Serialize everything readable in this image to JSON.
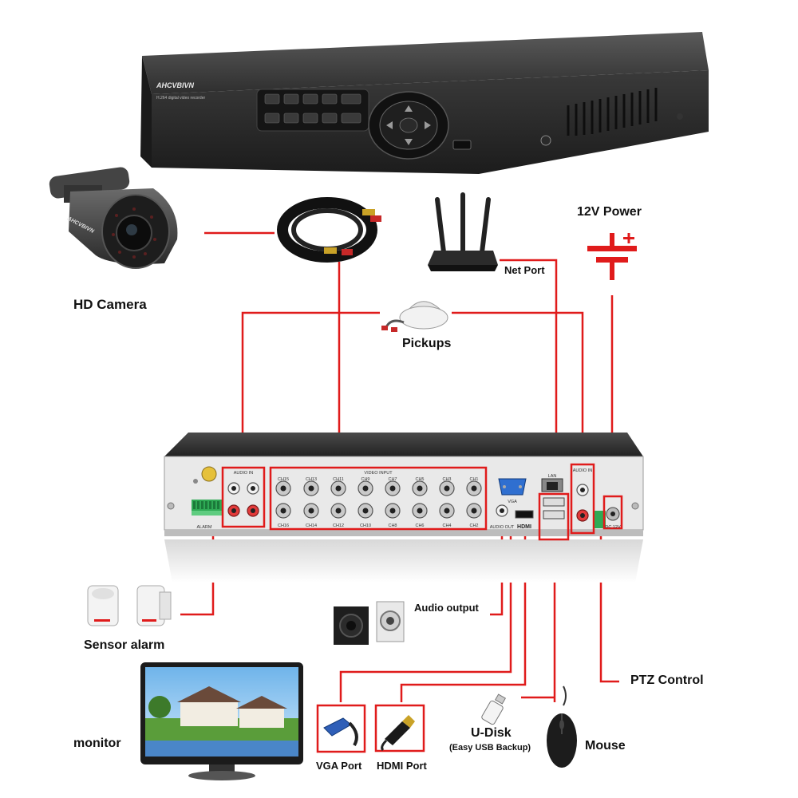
{
  "brand": "AHCVBIVN",
  "front_subtitle": "H.264 digital video recorder",
  "labels": {
    "power": "12V Power",
    "net_port": "Net Port",
    "hd_camera": "HD Camera",
    "pickups": "Pickups",
    "audio_output": "Audio output",
    "sensor_alarm": "Sensor alarm",
    "ptz_control": "PTZ Control",
    "monitor": "monitor",
    "u_disk": "U-Disk",
    "u_disk_sub": "(Easy USB Backup)",
    "mouse": "Mouse",
    "vga_port": "VGA Port",
    "hdmi_port": "HDMI Port"
  },
  "panel": {
    "audio_in_left": "AUDIO IN",
    "video_input": "VIDEO INPUT",
    "audio_in_right": "AUDIO IN",
    "alarm": "ALARM",
    "vga": "VGA",
    "lan": "LAN",
    "audio_out": "AUDIO OUT",
    "hdmi": "HDMI",
    "dc12v": "DC 12V",
    "channels_top": [
      "CH15",
      "CH13",
      "CH11",
      "CH9",
      "CH7",
      "CH5",
      "CH3",
      "CH1"
    ],
    "channels_bottom": [
      "CH16",
      "CH14",
      "CH12",
      "CH10",
      "CH8",
      "CH6",
      "CH4",
      "CH2"
    ]
  },
  "colors": {
    "line": "#e01b1b",
    "device": "#2b2b2b"
  }
}
